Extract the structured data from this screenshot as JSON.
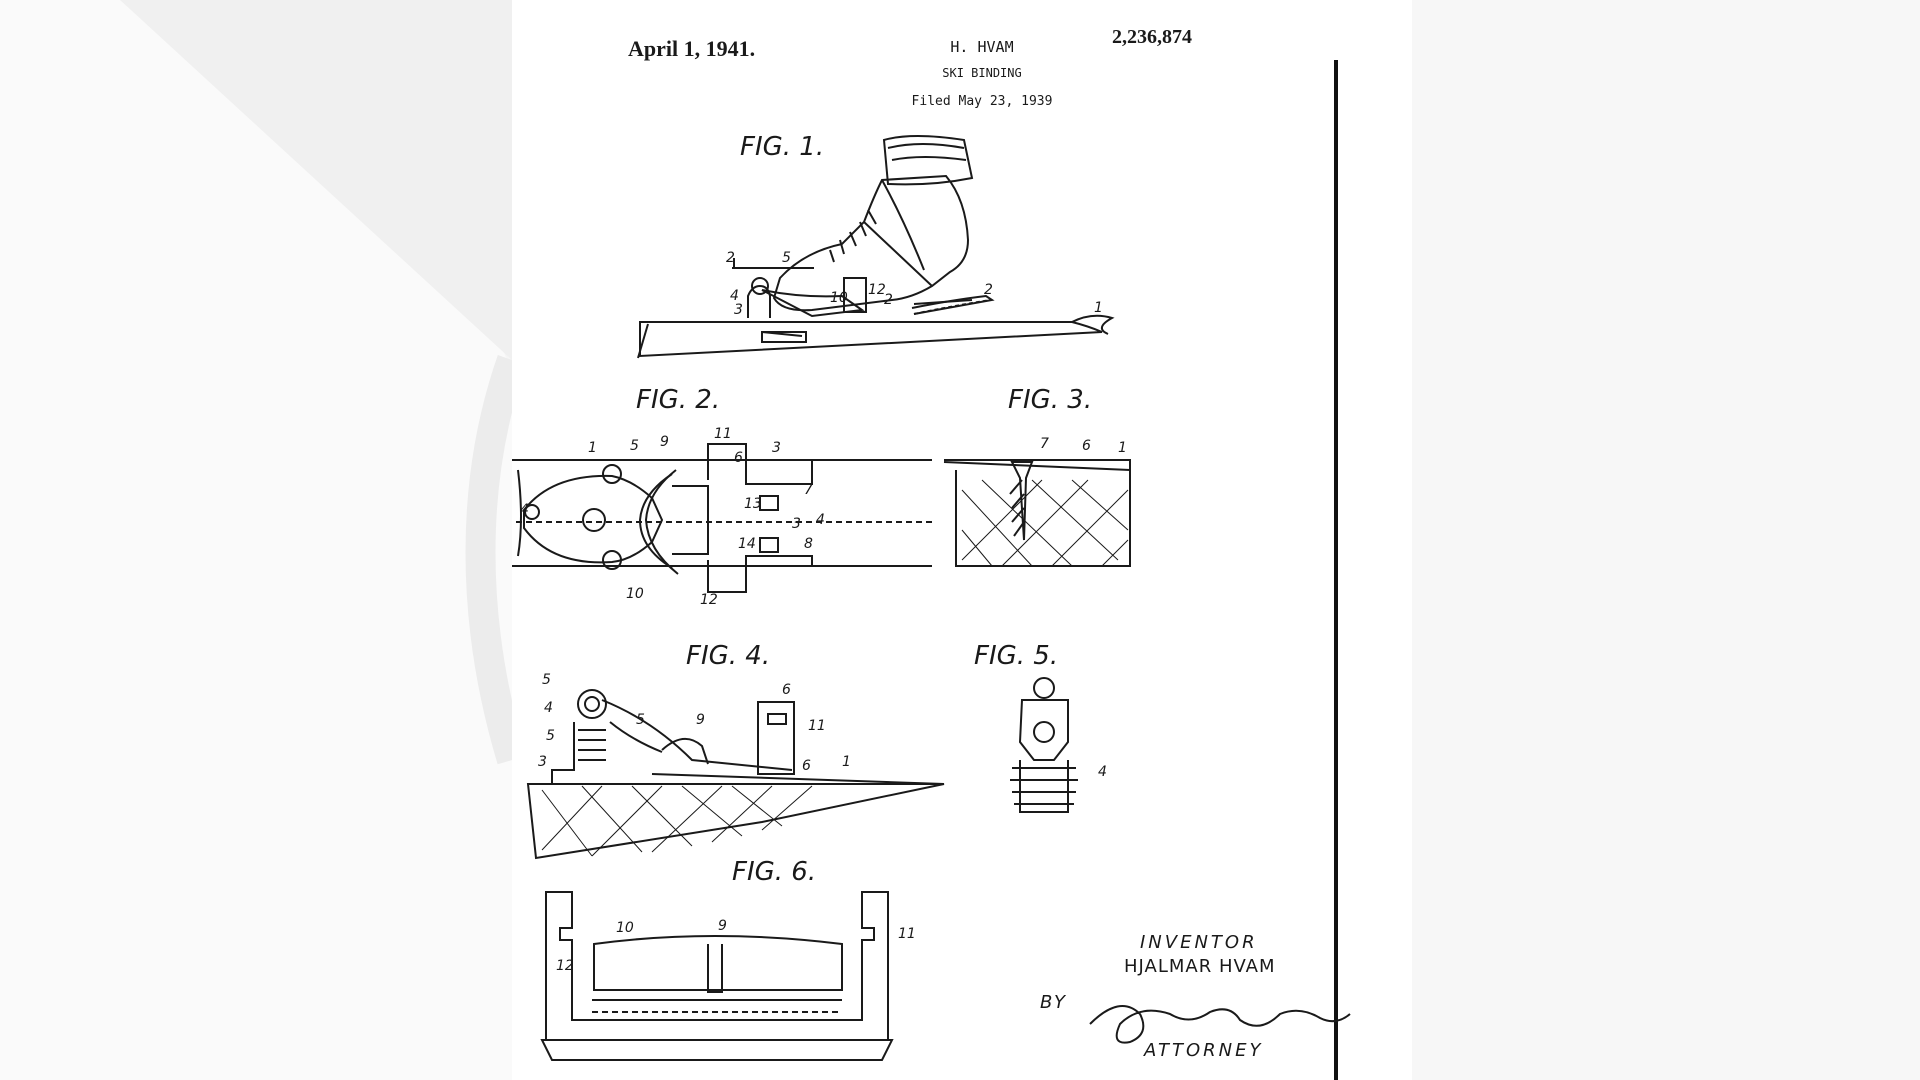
{
  "header": {
    "date": "April 1, 1941.",
    "inventor": "H. HVAM",
    "title": "SKI BINDING",
    "filed": "Filed May 23, 1939",
    "patent_number": "2,236,874"
  },
  "figures": {
    "fig1": "FIG. 1.",
    "fig2": "FIG. 2.",
    "fig3": "FIG. 3.",
    "fig4": "FIG. 4.",
    "fig5": "FIG. 5.",
    "fig6": "FIG. 6."
  },
  "signature": {
    "inventor_label": "INVENTOR",
    "inventor_name": "HJALMAR HVAM",
    "by_label": "BY",
    "attorney_label": "ATTORNEY"
  },
  "colors": {
    "ink": "#1a1a1a",
    "paper": "#ffffff",
    "background": "#f5f5f5"
  }
}
